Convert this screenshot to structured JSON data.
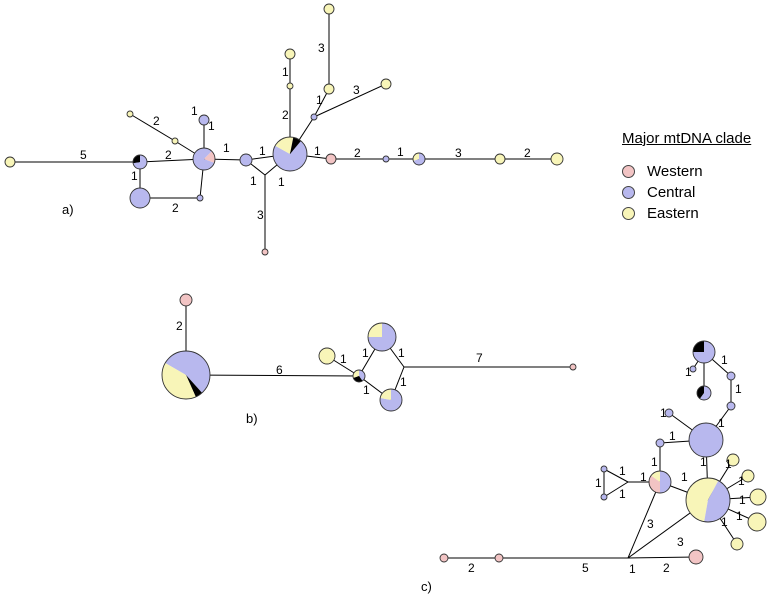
{
  "legend": {
    "title": "Major mtDNA clade",
    "items": [
      {
        "label": "Western",
        "color": "#f2c4c4"
      },
      {
        "label": "Central",
        "color": "#b8b8ee"
      },
      {
        "label": "Eastern",
        "color": "#f8f5b8"
      }
    ]
  },
  "panels": {
    "a": "a)",
    "b": "b)",
    "c": "c)"
  },
  "colors": {
    "W": "#f2c4c4",
    "C": "#b8b8ee",
    "E": "#f8f5b8",
    "K": "#000000"
  }
}
